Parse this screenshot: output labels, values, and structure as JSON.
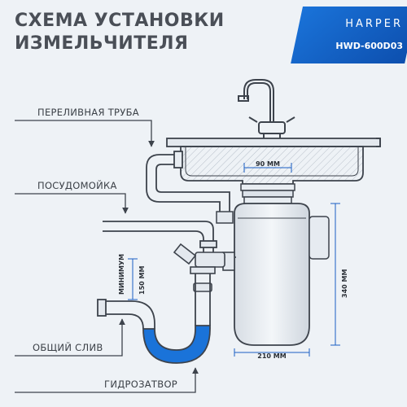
{
  "title": {
    "line1": "СХЕМА УСТАНОВКИ",
    "line2": "ИЗМЕЛЬЧИТЕЛЯ"
  },
  "brand": {
    "name": "HARPER",
    "model": "HWD-600D03",
    "accent_color": "#1a73d9"
  },
  "labels": {
    "overflow_pipe": "ПЕРЕЛИВНАЯ ТРУБА",
    "dishwasher": "ПОСУДОМОЙКА",
    "common_drain": "ОБЩИЙ СЛИВ",
    "water_seal": "ГИДРОЗАТВОР"
  },
  "dimensions": {
    "neck_width": "90 ММ",
    "min_label": "МИНИМУМ",
    "min_value": "150 ММ",
    "height": "340 ММ",
    "body_width": "210 ММ"
  },
  "colors": {
    "line": "#3d434c",
    "water": "#1a73d9",
    "dimension": "#1a5fc4"
  }
}
